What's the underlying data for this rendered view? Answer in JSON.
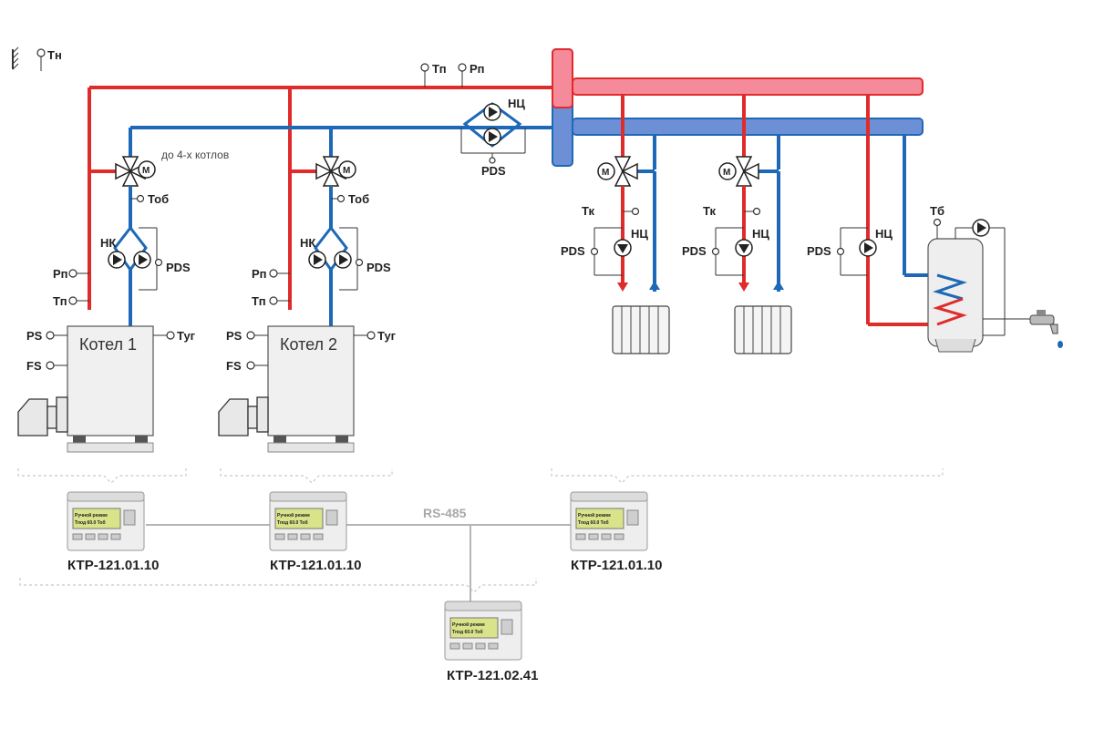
{
  "outdoor_sensor": "Тн",
  "header_sensors": [
    "Тп",
    "Рп"
  ],
  "boilers": [
    {
      "name": "Котел 1",
      "return_sensor": "Тоб",
      "pump_group": "НК",
      "pds": "PDS",
      "supply_pressure": "Рп",
      "supply_temp": "Тп",
      "ps": "PS",
      "fs": "FS",
      "flue": "Туг"
    },
    {
      "name": "Котел 2",
      "return_sensor": "Тоб",
      "pump_group": "НК",
      "pds": "PDS",
      "supply_pressure": "Рп",
      "supply_temp": "Тп",
      "ps": "PS",
      "fs": "FS",
      "flue": "Туг"
    }
  ],
  "boiler_count_note": "до 4-х котлов",
  "primary_pumps": {
    "label": "НЦ",
    "pds": "PDS"
  },
  "heating_circuits": [
    {
      "temp": "Тк",
      "pump": "НЦ",
      "pds": "PDS",
      "valve_motor": "M"
    },
    {
      "temp": "Тк",
      "pump": "НЦ",
      "pds": "PDS",
      "valve_motor": "M"
    }
  ],
  "dhw": {
    "temp": "Тб",
    "pump": "НЦ",
    "pds": "PDS"
  },
  "bus_label": "RS-485",
  "controllers": [
    {
      "model": "КТР-121.01.10",
      "screen": [
        "Ручной режим",
        "Тпод 60.0 Тоб"
      ]
    },
    {
      "model": "КТР-121.01.10",
      "screen": [
        "Ручной режим",
        "Тпод 60.0 Тоб"
      ]
    },
    {
      "model": "КТР-121.01.10",
      "screen": [
        "Ручной режим",
        "Тпод 60.0 Тоб"
      ]
    },
    {
      "model": "КТР-121.02.41",
      "screen": [
        "Ручной режим",
        "Тпод 60.0 Тоб"
      ]
    }
  ],
  "colors": {
    "supply": "#e02b2b",
    "return": "#1e68b8",
    "supply_header": "#f48a9a",
    "return_header": "#6d8fd6"
  }
}
